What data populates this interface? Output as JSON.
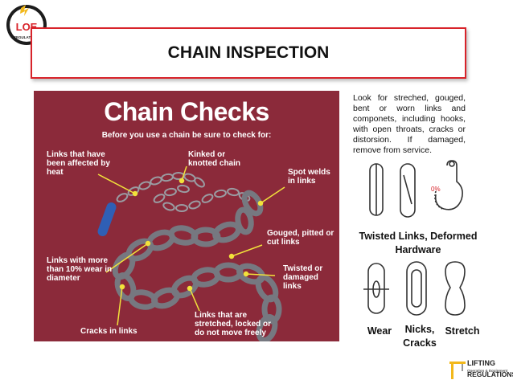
{
  "header": {
    "title": "CHAIN INSPECTION",
    "logo_text": "LOE",
    "logo_subtext": "REGULATIONS"
  },
  "poster": {
    "title": "Chain Checks",
    "subtitle": "Before you use a chain be sure to check for:",
    "labels": {
      "heat": "Links that have been affected by heat",
      "kinked": "Kinked or knotted chain",
      "spot_welds": "Spot welds in links",
      "gouged": "Gouged, pitted or cut links",
      "wear": "Links with more than 10% wear in diameter",
      "twisted": "Twisted or damaged links",
      "cracks": "Cracks in links",
      "stretched": "Links that are stretched, locked or do not move freely"
    }
  },
  "description": "Look for streched, gouged, bent or worn links and componets, including hooks, with open throats, cracks or distorsion. If damaged, remove from service.",
  "diagram": {
    "percent_label": "0%",
    "caption_top": "Twisted Links, Deformed Hardware",
    "caption_wear": "Wear",
    "caption_nicks": "Nicks, Cracks",
    "caption_stretch": "Stretch"
  },
  "footer_logo": {
    "line1": "LIFTING",
    "line2": "Operation & Equipment",
    "line3": "REGULATIONS"
  },
  "colors": {
    "accent": "#d8232a",
    "poster_bg": "#8b2a3a",
    "chain": "#7d7f86",
    "pointer": "#f2e23a"
  }
}
